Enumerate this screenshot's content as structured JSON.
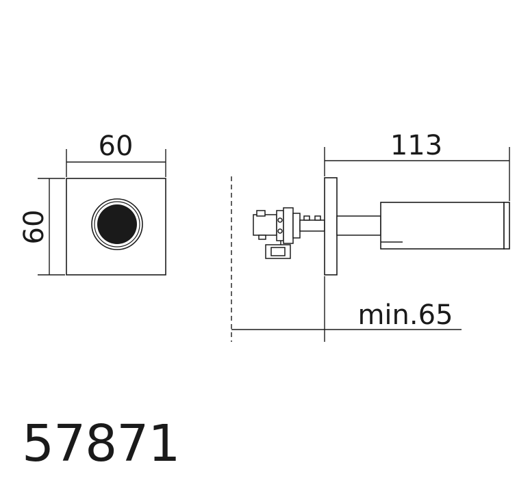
{
  "dimensions": {
    "front_width": "60",
    "front_height": "60",
    "side_length": "113",
    "min_depth": "min.65"
  },
  "product_code": "57871",
  "colors": {
    "line": "#1a1a1a",
    "background": "#ffffff"
  }
}
